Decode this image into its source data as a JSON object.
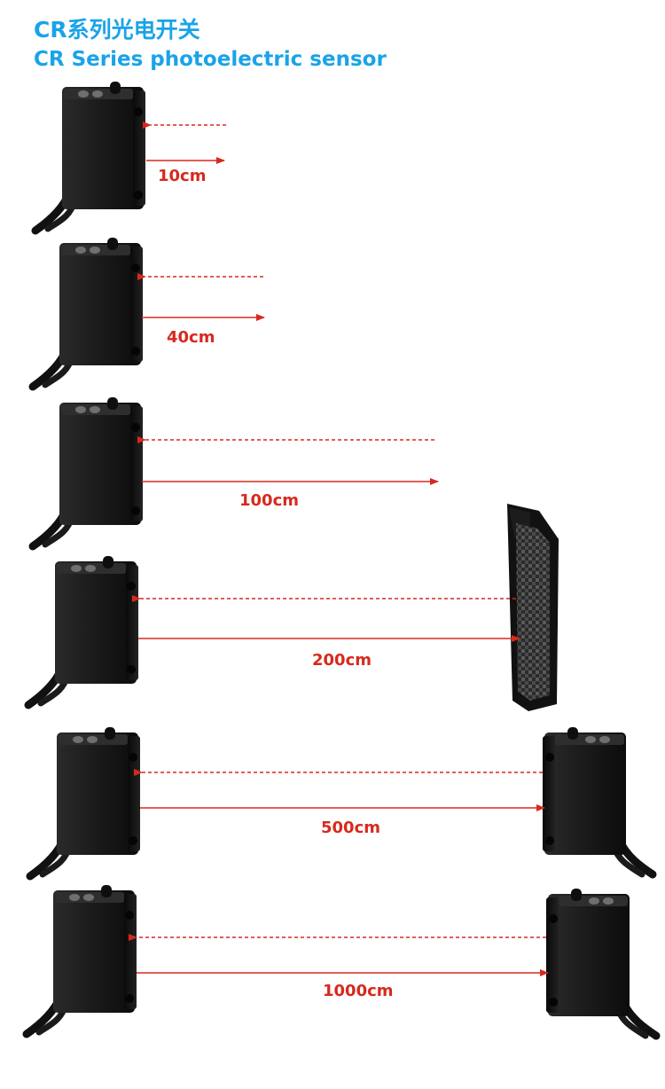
{
  "header": {
    "title_cn": "CR系列光电开关",
    "title_en": "CR Series photoelectric sensor"
  },
  "colors": {
    "title": "#1aa3e8",
    "arrow": "#d62a1e",
    "sensor_body": "#141414"
  },
  "rows": [
    {
      "distance": "10cm",
      "target": "none"
    },
    {
      "distance": "40cm",
      "target": "none"
    },
    {
      "distance": "100cm",
      "target": "none"
    },
    {
      "distance": "200cm",
      "target": "reflector"
    },
    {
      "distance": "500cm",
      "target": "receiver-sensor"
    },
    {
      "distance": "1000cm",
      "target": "receiver-sensor"
    }
  ]
}
